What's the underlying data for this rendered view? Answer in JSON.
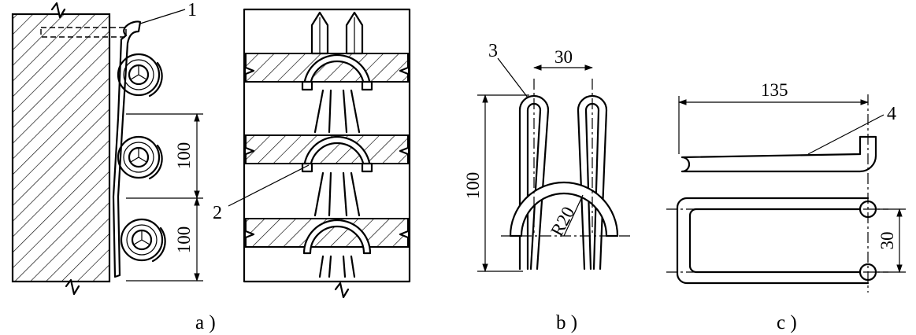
{
  "part_labels": {
    "p1": "1",
    "p2": "2",
    "p3": "3",
    "p4": "4"
  },
  "dimensions": {
    "a_spacing_upper": "100",
    "a_spacing_lower": "100",
    "b_width": "30",
    "b_height": "100",
    "b_radius": "R20",
    "c_length": "135",
    "c_width": "30"
  },
  "captions": {
    "a": "a )",
    "b": "b )",
    "c": "c )"
  }
}
